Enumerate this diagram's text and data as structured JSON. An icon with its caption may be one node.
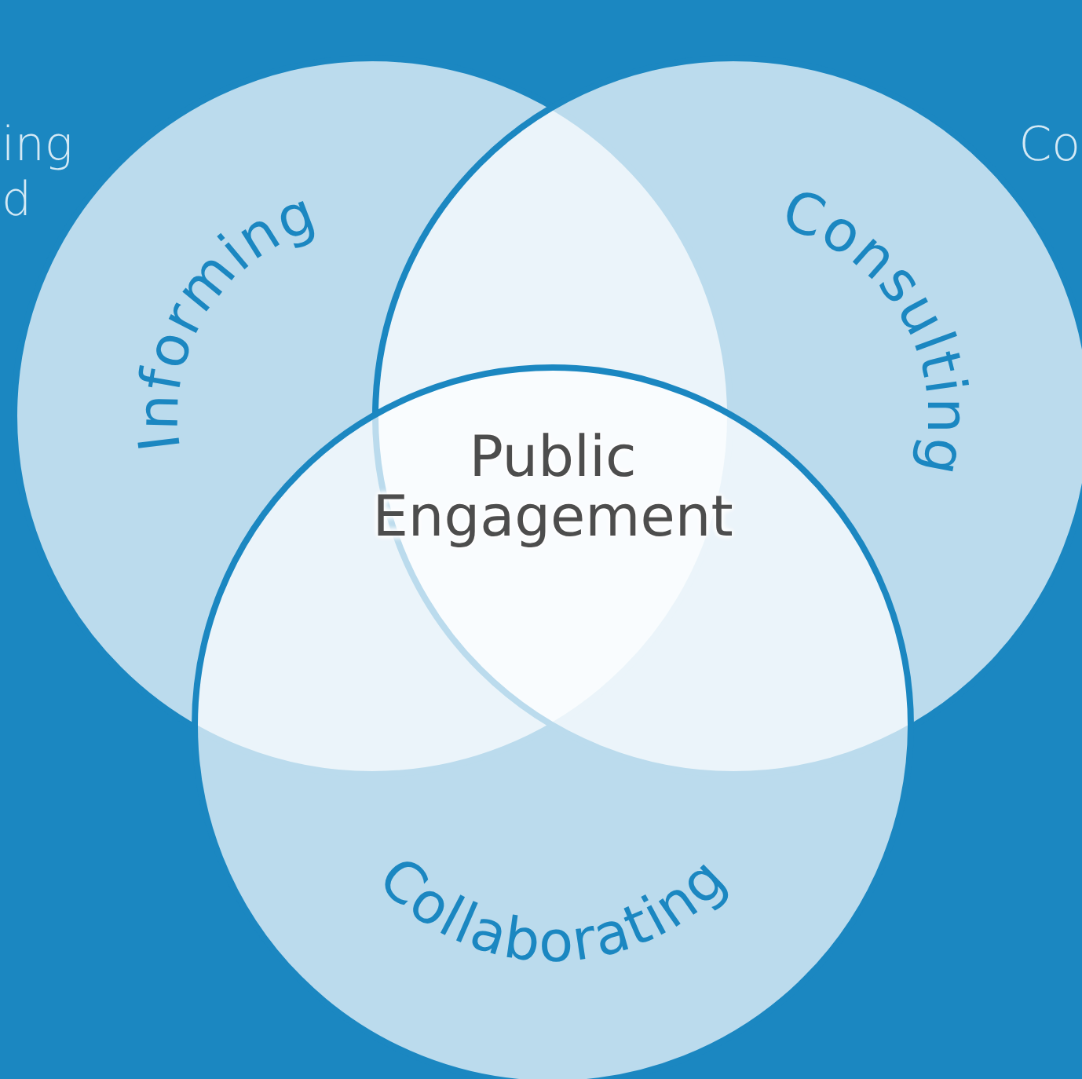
{
  "diagram": {
    "nodes": [
      {
        "text": [
          "Informing"
        ]
      },
      {
        "text": [
          "Consulting"
        ]
      },
      {
        "text": [
          "Collaborating"
        ]
      }
    ],
    "edges": [],
    "labels": [
      "ing",
      "d",
      "Co",
      "Public Engagement"
    ]
  }
}
